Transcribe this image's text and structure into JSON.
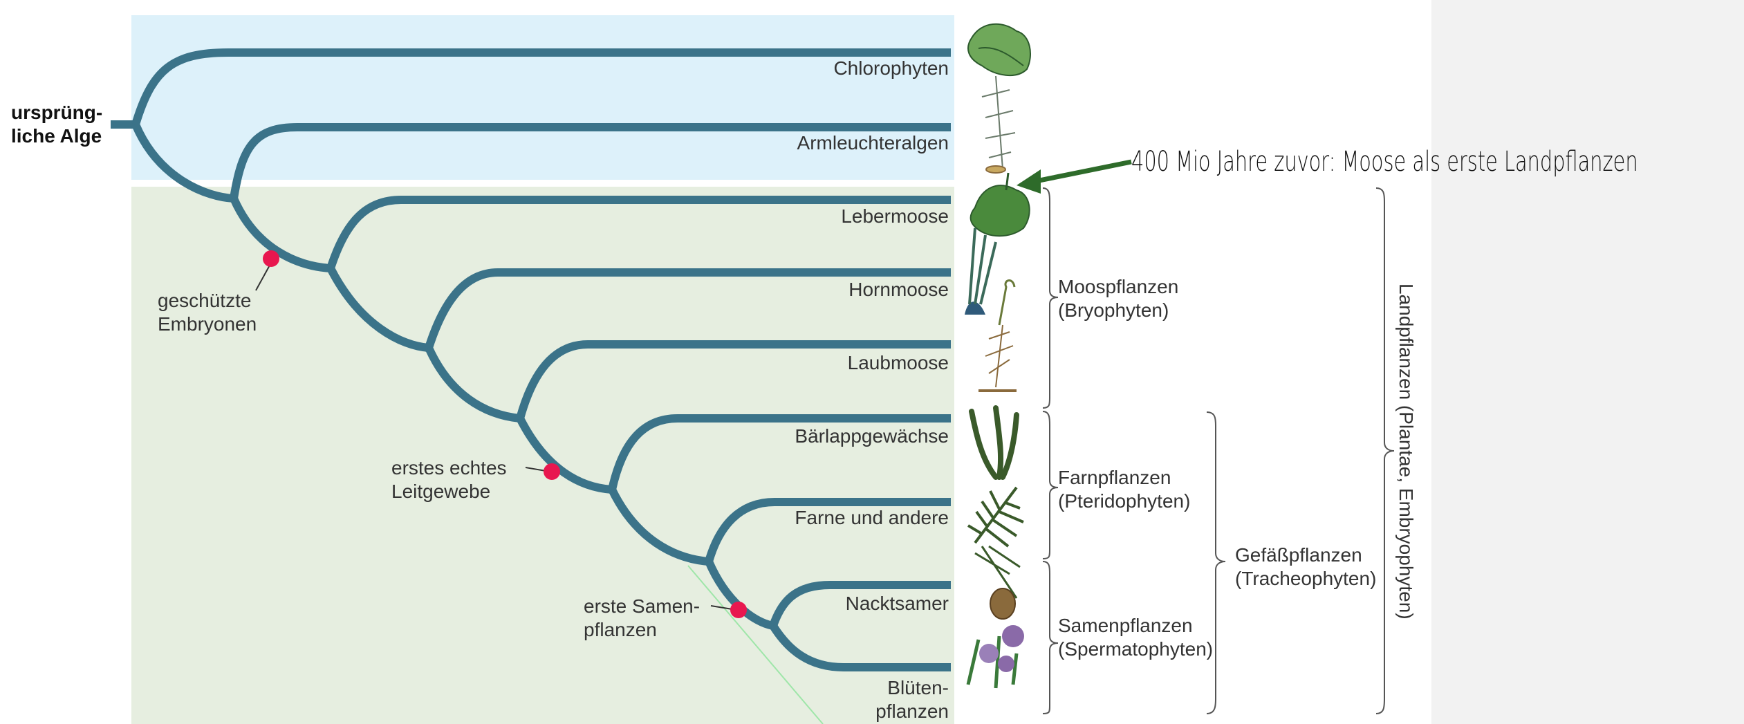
{
  "root_label": "ursprüng-\nliche Alge",
  "taxa": [
    {
      "name": "Chlorophyten"
    },
    {
      "name": "Armleuchteralgen"
    },
    {
      "name": "Lebermoose"
    },
    {
      "name": "Hornmoose"
    },
    {
      "name": "Laubmoose"
    },
    {
      "name": "Bärlappgewächse"
    },
    {
      "name": "Farne und andere"
    },
    {
      "name": "Nacktsamer"
    },
    {
      "name": "Blüten-\npflanzen"
    }
  ],
  "events": {
    "embryo": "geschützte\nEmbryonen",
    "leitgewebe": "erstes echtes\nLeitgewebe",
    "samen": "erste Samen-\npflanzen"
  },
  "groups": {
    "moos": "Moospflanzen\n(Bryophyten)",
    "farn": "Farnpflanzen\n(Pteridophyten)",
    "samen": "Samenpflanzen\n(Spermatophyten)",
    "gefaess": "Gefäßpflanzen\n(Tracheophyten)",
    "land": "Landpflanzen (Plantae, Embryophyten)"
  },
  "annotation": "400 Mio Jahre zuvor: Moose als erste Landpflanzen",
  "colors": {
    "branch": "#3b7389",
    "water_bg": "#ddf1fa",
    "land_bg": "#e6eee0",
    "event_dot": "#e8174f",
    "arrow": "#2e6b2a",
    "bracket": "#555555",
    "plant_green": "#4a8a3c",
    "plant_dark": "#2c5a2c",
    "plant_purple": "#8a6aa8",
    "plant_brown": "#8a6a3c"
  },
  "icons": [
    "lettuce-alga-icon",
    "chara-icon",
    "liverwort-icon",
    "hornwort-icon",
    "moss-icon",
    "clubmoss-icon",
    "fern-icon",
    "pine-cone-icon",
    "iris-flower-icon"
  ]
}
